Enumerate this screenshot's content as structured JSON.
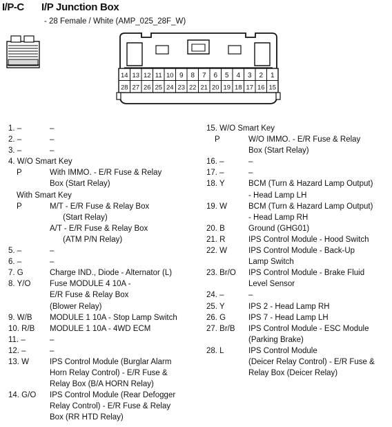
{
  "header": {
    "code": "I/P-C",
    "title": "I/P Junction Box",
    "subtitle": "- 28 Female / White (AMP_025_28F_W)"
  },
  "connector": {
    "top_row": [
      "14",
      "13",
      "12",
      "11",
      "10",
      "9",
      "8",
      "7",
      "6",
      "5",
      "4",
      "3",
      "2",
      "1"
    ],
    "bottom_row": [
      "28",
      "27",
      "26",
      "25",
      "24",
      "23",
      "22",
      "21",
      "20",
      "19",
      "18",
      "17",
      "16",
      "15"
    ]
  },
  "pins_left": [
    [
      "1. –",
      "",
      "–"
    ],
    [
      "2. –",
      "",
      "–"
    ],
    [
      "3. –",
      "",
      "–"
    ],
    [
      "4. W/O Smart Key",
      "",
      ""
    ],
    [
      "",
      "P",
      "With IMMO. - E/R Fuse & Relay"
    ],
    [
      "",
      "",
      "Box (Start Relay)"
    ],
    [
      "",
      "With Smart Key",
      ""
    ],
    [
      "",
      "P",
      "M/T - E/R Fuse & Relay Box"
    ],
    [
      "",
      "",
      "      (Start Relay)"
    ],
    [
      "",
      "",
      "A/T - E/R Fuse & Relay Box"
    ],
    [
      "",
      "",
      "      (ATM P/N Relay)"
    ],
    [
      "5. –",
      "",
      "–"
    ],
    [
      "6. –",
      "",
      "–"
    ],
    [
      "7. G",
      "",
      "Charge IND., Diode - Alternator (L)"
    ],
    [
      "8. Y/O",
      "",
      "Fuse MODULE 4 10A -"
    ],
    [
      "",
      "",
      "E/R Fuse & Relay Box"
    ],
    [
      "",
      "",
      "(Blower Relay)"
    ],
    [
      "9. W/B",
      "",
      "MODULE 1 10A - Stop Lamp Switch"
    ],
    [
      "10. R/B",
      "",
      "MODULE 1 10A - 4WD ECM"
    ],
    [
      "11. –",
      "",
      "–"
    ],
    [
      "12. –",
      "",
      "–"
    ],
    [
      "13. W",
      "",
      "IPS Control Module (Burglar Alarm"
    ],
    [
      "",
      "",
      "Horn Relay Control) - E/R Fuse &"
    ],
    [
      "",
      "",
      "Relay Box (B/A HORN Relay)"
    ],
    [
      "14. G/O",
      "",
      "IPS Control Module (Rear Defogger"
    ],
    [
      "",
      "",
      "Relay Control) - E/R Fuse & Relay"
    ],
    [
      "",
      "",
      "Box (RR HTD Relay)"
    ]
  ],
  "pins_right": [
    [
      "15. W/O Smart Key",
      "",
      ""
    ],
    [
      "",
      "P",
      "W/O IMMO. - E/R Fuse & Relay"
    ],
    [
      "",
      "",
      "Box (Start Relay)"
    ],
    [
      "16. –",
      "",
      "–"
    ],
    [
      "17. –",
      "",
      "–"
    ],
    [
      "18. Y",
      "",
      "BCM (Turn & Hazard Lamp Output)"
    ],
    [
      "",
      "",
      "- Head Lamp LH"
    ],
    [
      "19. W",
      "",
      "BCM (Turn & Hazard Lamp Output)"
    ],
    [
      "",
      "",
      "- Head Lamp RH"
    ],
    [
      "20. B",
      "",
      "Ground (GHG01)"
    ],
    [
      "21. R",
      "",
      "IPS Control Module - Hood Switch"
    ],
    [
      "22. W",
      "",
      "IPS Control Module - Back-Up"
    ],
    [
      "",
      "",
      "Lamp Switch"
    ],
    [
      "23. Br/O",
      "",
      "IPS Control Module - Brake Fluid"
    ],
    [
      "",
      "",
      "Level Sensor"
    ],
    [
      "24. –",
      "",
      "–"
    ],
    [
      "25. Y",
      "",
      "IPS 2 - Head Lamp RH"
    ],
    [
      "26. G",
      "",
      "IPS 7 - Head Lamp LH"
    ],
    [
      "27. Br/B",
      "",
      "IPS Control Module - ESC Module"
    ],
    [
      "",
      "",
      "(Parking Brake)"
    ],
    [
      "28. L",
      "",
      "IPS Control Module"
    ],
    [
      "",
      "",
      "(Deicer Relay Control) - E/R Fuse &"
    ],
    [
      "",
      "",
      "Relay Box (Deicer Relay)"
    ]
  ]
}
